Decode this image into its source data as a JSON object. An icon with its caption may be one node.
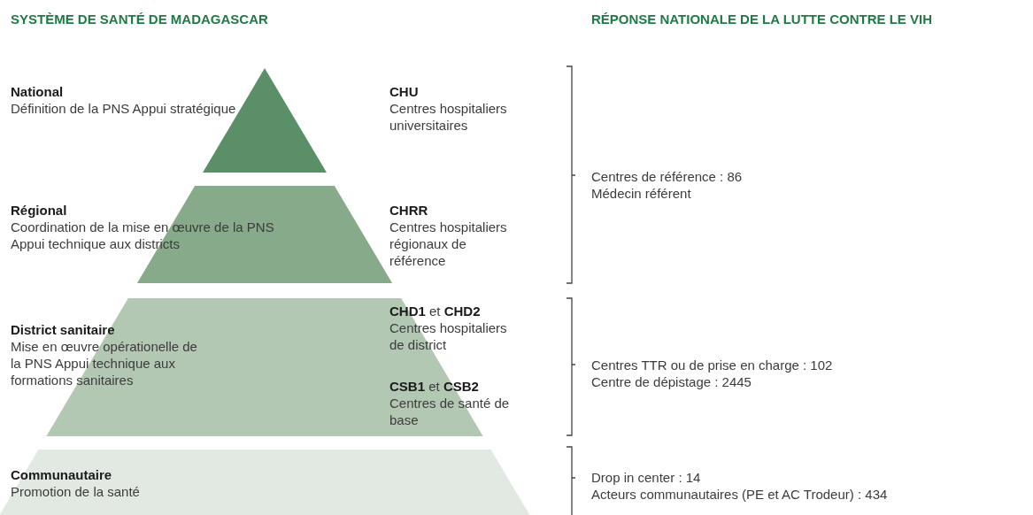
{
  "diagram": {
    "title": "SYSTÈME DE SANTÉ DE MADAGASCAR",
    "nodes": [
      {
        "text": [
          "National",
          "Définition de la PNS Appui stratégique",
          "CHU",
          "Centres hospitaliers universitaires"
        ]
      },
      {
        "text": [
          "Régional",
          "Coordination de la mise en œuvre de la PNS Appui technique aux districts",
          "CHRR",
          "Centres hospitaliers régionaux de référence"
        ]
      },
      {
        "text": [
          "District sanitaire",
          "Mise en œuvre opérationelle de la PNS Appui technique aux formations sanitaires",
          "**CHD1** et **CHD2**",
          "Centres hospitaliers de district",
          "**CSB1** et **CSB2**",
          "Centres de santé de base"
        ]
      },
      {
        "text": [
          "Communautaire",
          "Promotion de la santé"
        ]
      }
    ],
    "edges": [],
    "labels": [
      "RÉPONSE NATIONALE DE LA LUTTE CONTRE LE VIH",
      "Centres de référence : 86",
      "Médecin référent",
      "Centres TTR ou de prise en charge : 102",
      "Centre de dépistage : 2445",
      "Drop in center : 14",
      "Acteurs communautaires (PE et AC Trodeur) : 434"
    ]
  }
}
